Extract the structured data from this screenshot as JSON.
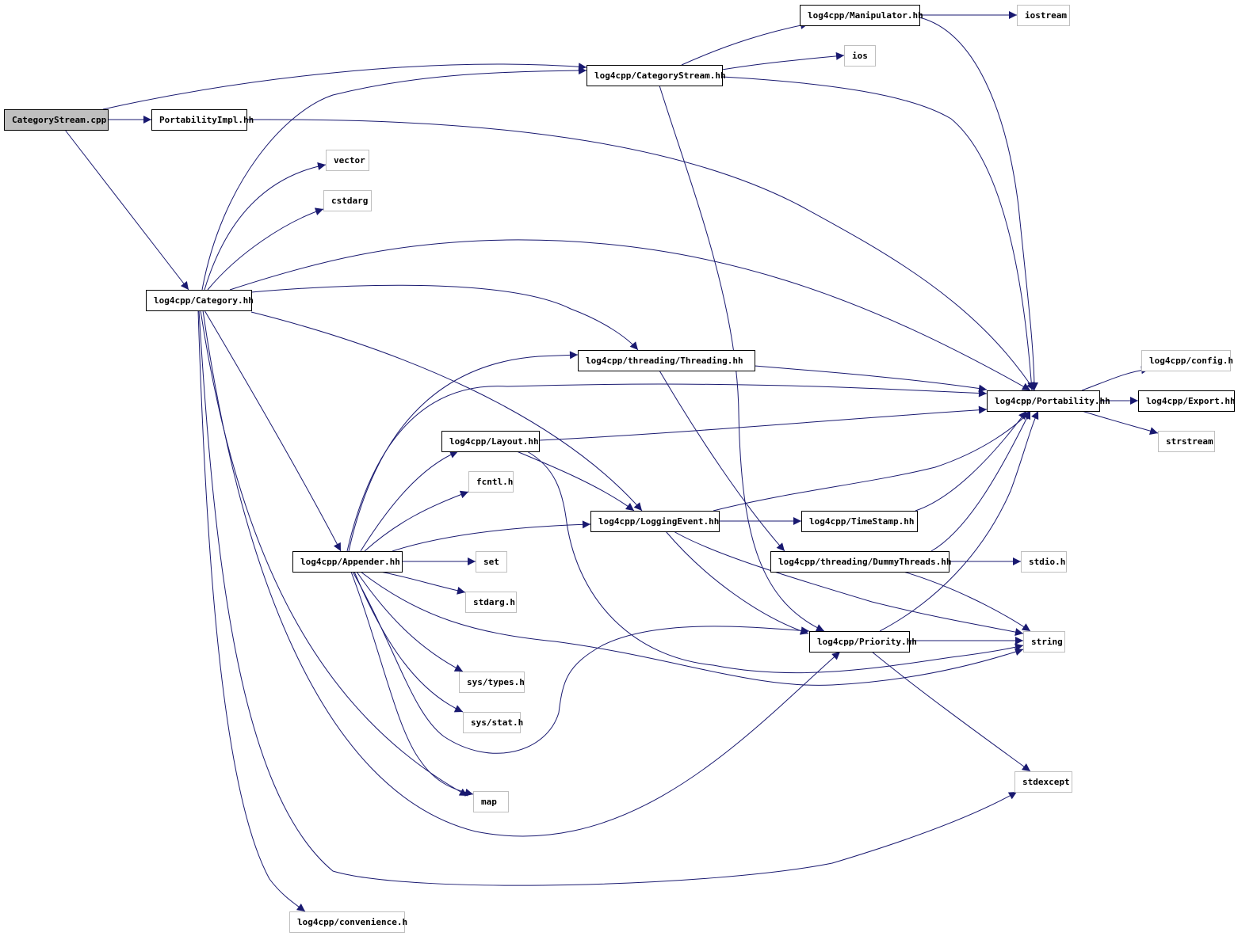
{
  "diagram": {
    "type": "include-dependency-graph",
    "colors": {
      "edge": "#191970",
      "root_fill": "#bfbfbf",
      "node_fill": "#ffffff",
      "documented_border": "#000000",
      "external_border": "#bfbfbf"
    },
    "nodes": [
      {
        "id": "root",
        "label": "CategoryStream.cpp",
        "kind": "root"
      },
      {
        "id": "portimpl",
        "label": "PortabilityImpl.hh",
        "kind": "documented"
      },
      {
        "id": "catstream",
        "label": "log4cpp/CategoryStream.hh",
        "kind": "documented"
      },
      {
        "id": "manip",
        "label": "log4cpp/Manipulator.hh",
        "kind": "documented"
      },
      {
        "id": "iostream",
        "label": "iostream",
        "kind": "external"
      },
      {
        "id": "ios",
        "label": "ios",
        "kind": "external"
      },
      {
        "id": "vector",
        "label": "vector",
        "kind": "external"
      },
      {
        "id": "cstdarg",
        "label": "cstdarg",
        "kind": "external"
      },
      {
        "id": "category",
        "label": "log4cpp/Category.hh",
        "kind": "documented"
      },
      {
        "id": "threading",
        "label": "log4cpp/threading/Threading.hh",
        "kind": "documented"
      },
      {
        "id": "portability",
        "label": "log4cpp/Portability.hh",
        "kind": "documented"
      },
      {
        "id": "config",
        "label": "log4cpp/config.h",
        "kind": "external"
      },
      {
        "id": "export",
        "label": "log4cpp/Export.hh",
        "kind": "documented"
      },
      {
        "id": "strstream",
        "label": "strstream",
        "kind": "external"
      },
      {
        "id": "layout",
        "label": "log4cpp/Layout.hh",
        "kind": "documented"
      },
      {
        "id": "fcntl",
        "label": "fcntl.h",
        "kind": "external"
      },
      {
        "id": "logevent",
        "label": "log4cpp/LoggingEvent.hh",
        "kind": "documented"
      },
      {
        "id": "timestamp",
        "label": "log4cpp/TimeStamp.hh",
        "kind": "documented"
      },
      {
        "id": "appender",
        "label": "log4cpp/Appender.hh",
        "kind": "documented"
      },
      {
        "id": "set",
        "label": "set",
        "kind": "external"
      },
      {
        "id": "dummy",
        "label": "log4cpp/threading/DummyThreads.hh",
        "kind": "documented"
      },
      {
        "id": "stdio",
        "label": "stdio.h",
        "kind": "external"
      },
      {
        "id": "stdarg",
        "label": "stdarg.h",
        "kind": "external"
      },
      {
        "id": "priority",
        "label": "log4cpp/Priority.hh",
        "kind": "documented"
      },
      {
        "id": "string",
        "label": "string",
        "kind": "external"
      },
      {
        "id": "systypes",
        "label": "sys/types.h",
        "kind": "external"
      },
      {
        "id": "sysstat",
        "label": "sys/stat.h",
        "kind": "external"
      },
      {
        "id": "stdexcept",
        "label": "stdexcept",
        "kind": "external"
      },
      {
        "id": "map",
        "label": "map",
        "kind": "external"
      },
      {
        "id": "convenience",
        "label": "log4cpp/convenience.h",
        "kind": "external"
      }
    ],
    "edges": [
      {
        "from": "root",
        "to": "portimpl"
      },
      {
        "from": "root",
        "to": "catstream"
      },
      {
        "from": "root",
        "to": "category"
      },
      {
        "from": "portimpl",
        "to": "portability"
      },
      {
        "from": "catstream",
        "to": "manip"
      },
      {
        "from": "catstream",
        "to": "ios"
      },
      {
        "from": "catstream",
        "to": "portability"
      },
      {
        "from": "catstream",
        "to": "priority"
      },
      {
        "from": "manip",
        "to": "iostream"
      },
      {
        "from": "manip",
        "to": "portability"
      },
      {
        "from": "category",
        "to": "catstream"
      },
      {
        "from": "category",
        "to": "vector"
      },
      {
        "from": "category",
        "to": "cstdarg"
      },
      {
        "from": "category",
        "to": "portability"
      },
      {
        "from": "category",
        "to": "threading"
      },
      {
        "from": "category",
        "to": "logevent"
      },
      {
        "from": "category",
        "to": "appender"
      },
      {
        "from": "category",
        "to": "priority"
      },
      {
        "from": "category",
        "to": "map"
      },
      {
        "from": "category",
        "to": "stdexcept"
      },
      {
        "from": "category",
        "to": "convenience"
      },
      {
        "from": "threading",
        "to": "portability"
      },
      {
        "from": "threading",
        "to": "dummy"
      },
      {
        "from": "portability",
        "to": "config"
      },
      {
        "from": "portability",
        "to": "export"
      },
      {
        "from": "portability",
        "to": "strstream"
      },
      {
        "from": "layout",
        "to": "portability"
      },
      {
        "from": "layout",
        "to": "logevent"
      },
      {
        "from": "layout",
        "to": "string"
      },
      {
        "from": "logevent",
        "to": "portability"
      },
      {
        "from": "logevent",
        "to": "timestamp"
      },
      {
        "from": "logevent",
        "to": "priority"
      },
      {
        "from": "logevent",
        "to": "string"
      },
      {
        "from": "timestamp",
        "to": "portability"
      },
      {
        "from": "appender",
        "to": "threading"
      },
      {
        "from": "appender",
        "to": "portability"
      },
      {
        "from": "appender",
        "to": "layout"
      },
      {
        "from": "appender",
        "to": "fcntl"
      },
      {
        "from": "appender",
        "to": "logevent"
      },
      {
        "from": "appender",
        "to": "set"
      },
      {
        "from": "appender",
        "to": "stdarg"
      },
      {
        "from": "appender",
        "to": "string"
      },
      {
        "from": "appender",
        "to": "systypes"
      },
      {
        "from": "appender",
        "to": "sysstat"
      },
      {
        "from": "appender",
        "to": "priority"
      },
      {
        "from": "appender",
        "to": "map"
      },
      {
        "from": "dummy",
        "to": "portability"
      },
      {
        "from": "dummy",
        "to": "stdio"
      },
      {
        "from": "dummy",
        "to": "string"
      },
      {
        "from": "priority",
        "to": "portability"
      },
      {
        "from": "priority",
        "to": "string"
      },
      {
        "from": "priority",
        "to": "stdexcept"
      }
    ]
  }
}
